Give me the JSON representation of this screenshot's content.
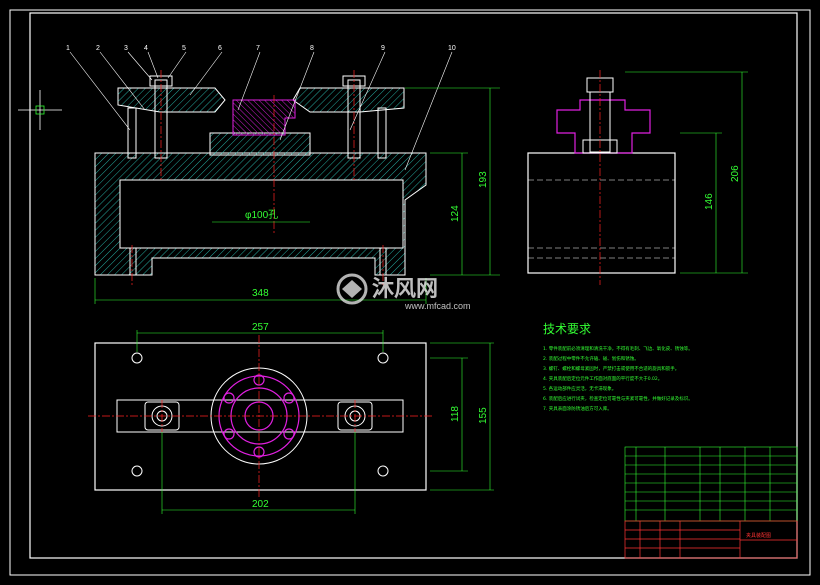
{
  "colors": {
    "background": "#000000",
    "frame": "#ffffff",
    "outline": "#ffffff",
    "hatch": "#2fd6c8",
    "hatch_fill": "#2aa8a8",
    "center_line": "#ff2222",
    "dimension": "#33ff33",
    "part_highlight": "#e020e0",
    "title_block": "#ff3333"
  },
  "dimensions": {
    "overall_length": "348",
    "base_height": "124",
    "total_height": "193",
    "bore_label": "φ100孔",
    "side_width": "146",
    "side_height": "206",
    "hole_spacing_top": "257",
    "hole_spacing_bottom": "202",
    "plan_inner_width": "118",
    "plan_outer_width": "155"
  },
  "callouts": [
    "1",
    "2",
    "3",
    "4",
    "5",
    "6",
    "7",
    "8",
    "9",
    "10"
  ],
  "technical_requirements": {
    "title": "技术要求",
    "items": [
      "1. 零件装配前必须清理和清洗干净，不得有毛刺、飞边、氧化皮、锈蚀等。",
      "2. 装配过程中零件不允许磕、碰、划伤和锈蚀。",
      "3. 螺钉、螺栓和螺母紧固时，严禁打击或使用不合适的旋具和扳手。",
      "4. 夹具装配后定位元件工作面对底面的平行度不大于0.02。",
      "5. 各运动部件应灵活，无卡滞现象。",
      "6. 装配后应进行试夹，检查定位可靠性与夹紧可靠性，并做好记录及标识。",
      "7. 夹具表面涂防锈油后方可入库。"
    ]
  },
  "watermark": {
    "brand": "沐风网",
    "url": "www.mfcad.com"
  },
  "title_block": {
    "drawing_name": "夹具装配图"
  }
}
